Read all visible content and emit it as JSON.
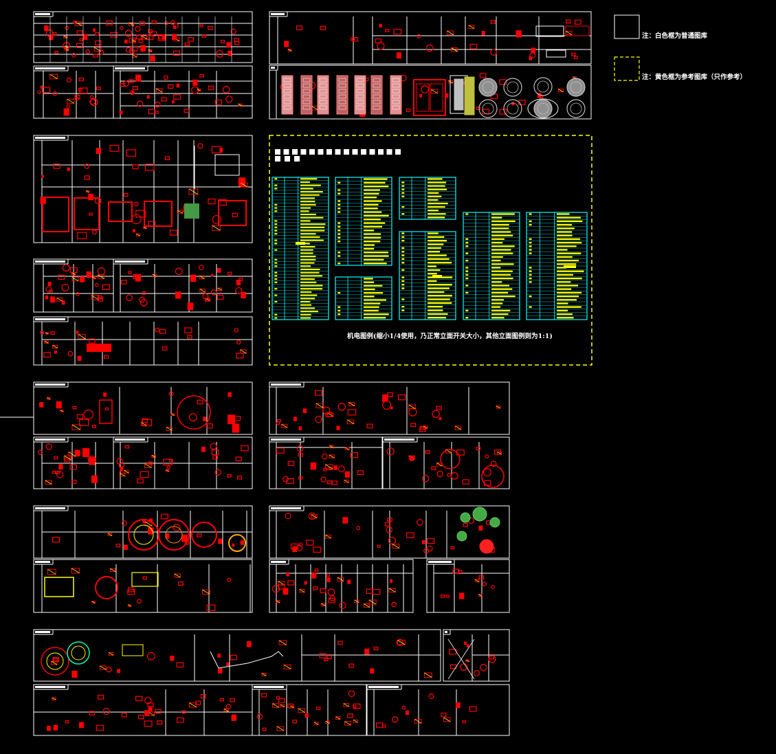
{
  "legend": {
    "white_frame_note": "注：白色框为普通图库",
    "yellow_frame_note": "注：黄色框为参考图库（只作参考）"
  },
  "mep_panel": {
    "caption": "机电图例(缩小1/4使用，乃正常立面开关大小，其他立面图例则为1:1)"
  },
  "colors": {
    "background": "#000000",
    "frame": "#ffffff",
    "block": "#ff0000",
    "reference_frame": "#ffff00",
    "table": "#00ffff",
    "table_text": "#ffff00",
    "plant": "#33cc33"
  }
}
